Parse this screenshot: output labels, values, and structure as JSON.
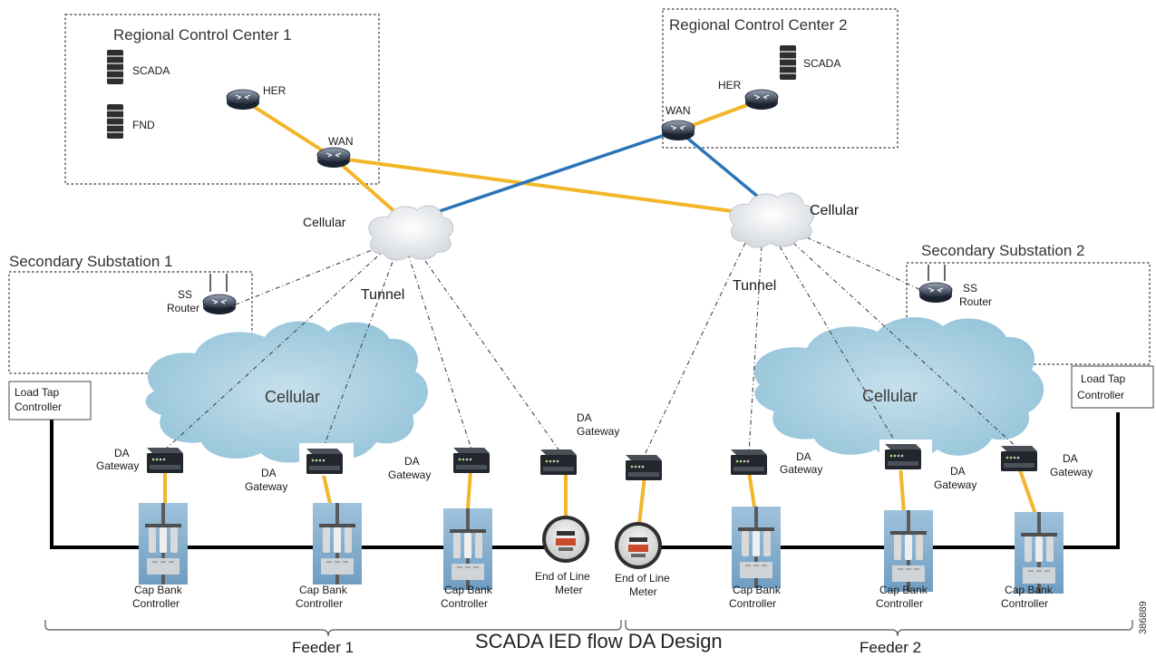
{
  "regions": {
    "rcc1": "Regional Control Center 1",
    "rcc2": "Regional Control Center 2",
    "ss1": "Secondary Substation 1",
    "ss2": "Secondary Substation 2"
  },
  "nodes": {
    "scada": "SCADA",
    "fnd": "FND",
    "her": "HER",
    "wan": "WAN",
    "cellular": "Cellular",
    "tunnel": "Tunnel",
    "ss_router_1": "SS",
    "ss_router_2": "Router",
    "ltc_1": "Load Tap",
    "ltc_2": "Controller",
    "da_1": "DA",
    "da_2": "Gateway",
    "cbc_1": "Cap  Bank",
    "cbc_2": "Controller",
    "eol_1": "End of Line",
    "eol_2": "Meter"
  },
  "feeders": {
    "f1": "Feeder 1",
    "f2": "Feeder 2"
  },
  "caption": "SCADA IED flow DA Design",
  "figure_id": "386889"
}
